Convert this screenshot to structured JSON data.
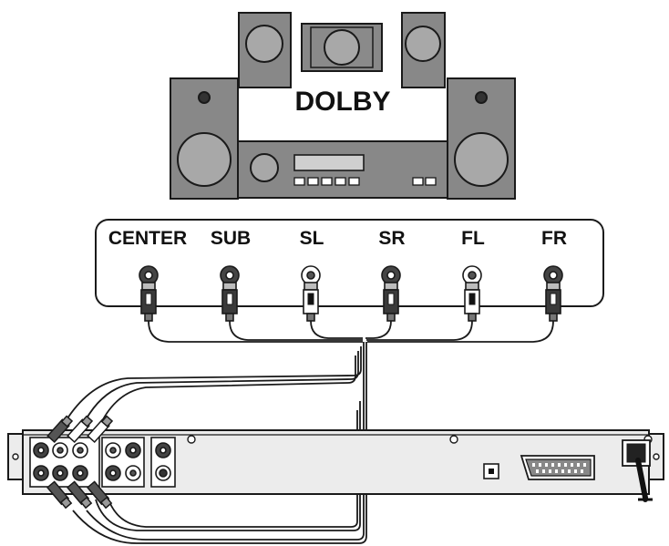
{
  "brand_label": "DOLBY",
  "receiver_inputs": [
    {
      "label": "CENTER",
      "plug_color": "dark"
    },
    {
      "label": "SUB",
      "plug_color": "dark"
    },
    {
      "label": "SL",
      "plug_color": "light"
    },
    {
      "label": "SR",
      "plug_color": "dark"
    },
    {
      "label": "FL",
      "plug_color": "light"
    },
    {
      "label": "FR",
      "plug_color": "dark"
    }
  ],
  "colors": {
    "speaker_body": "#888888",
    "speaker_face": "#a8a8a8",
    "panel_fill": "#ececec",
    "outline": "#1a1a1a"
  }
}
